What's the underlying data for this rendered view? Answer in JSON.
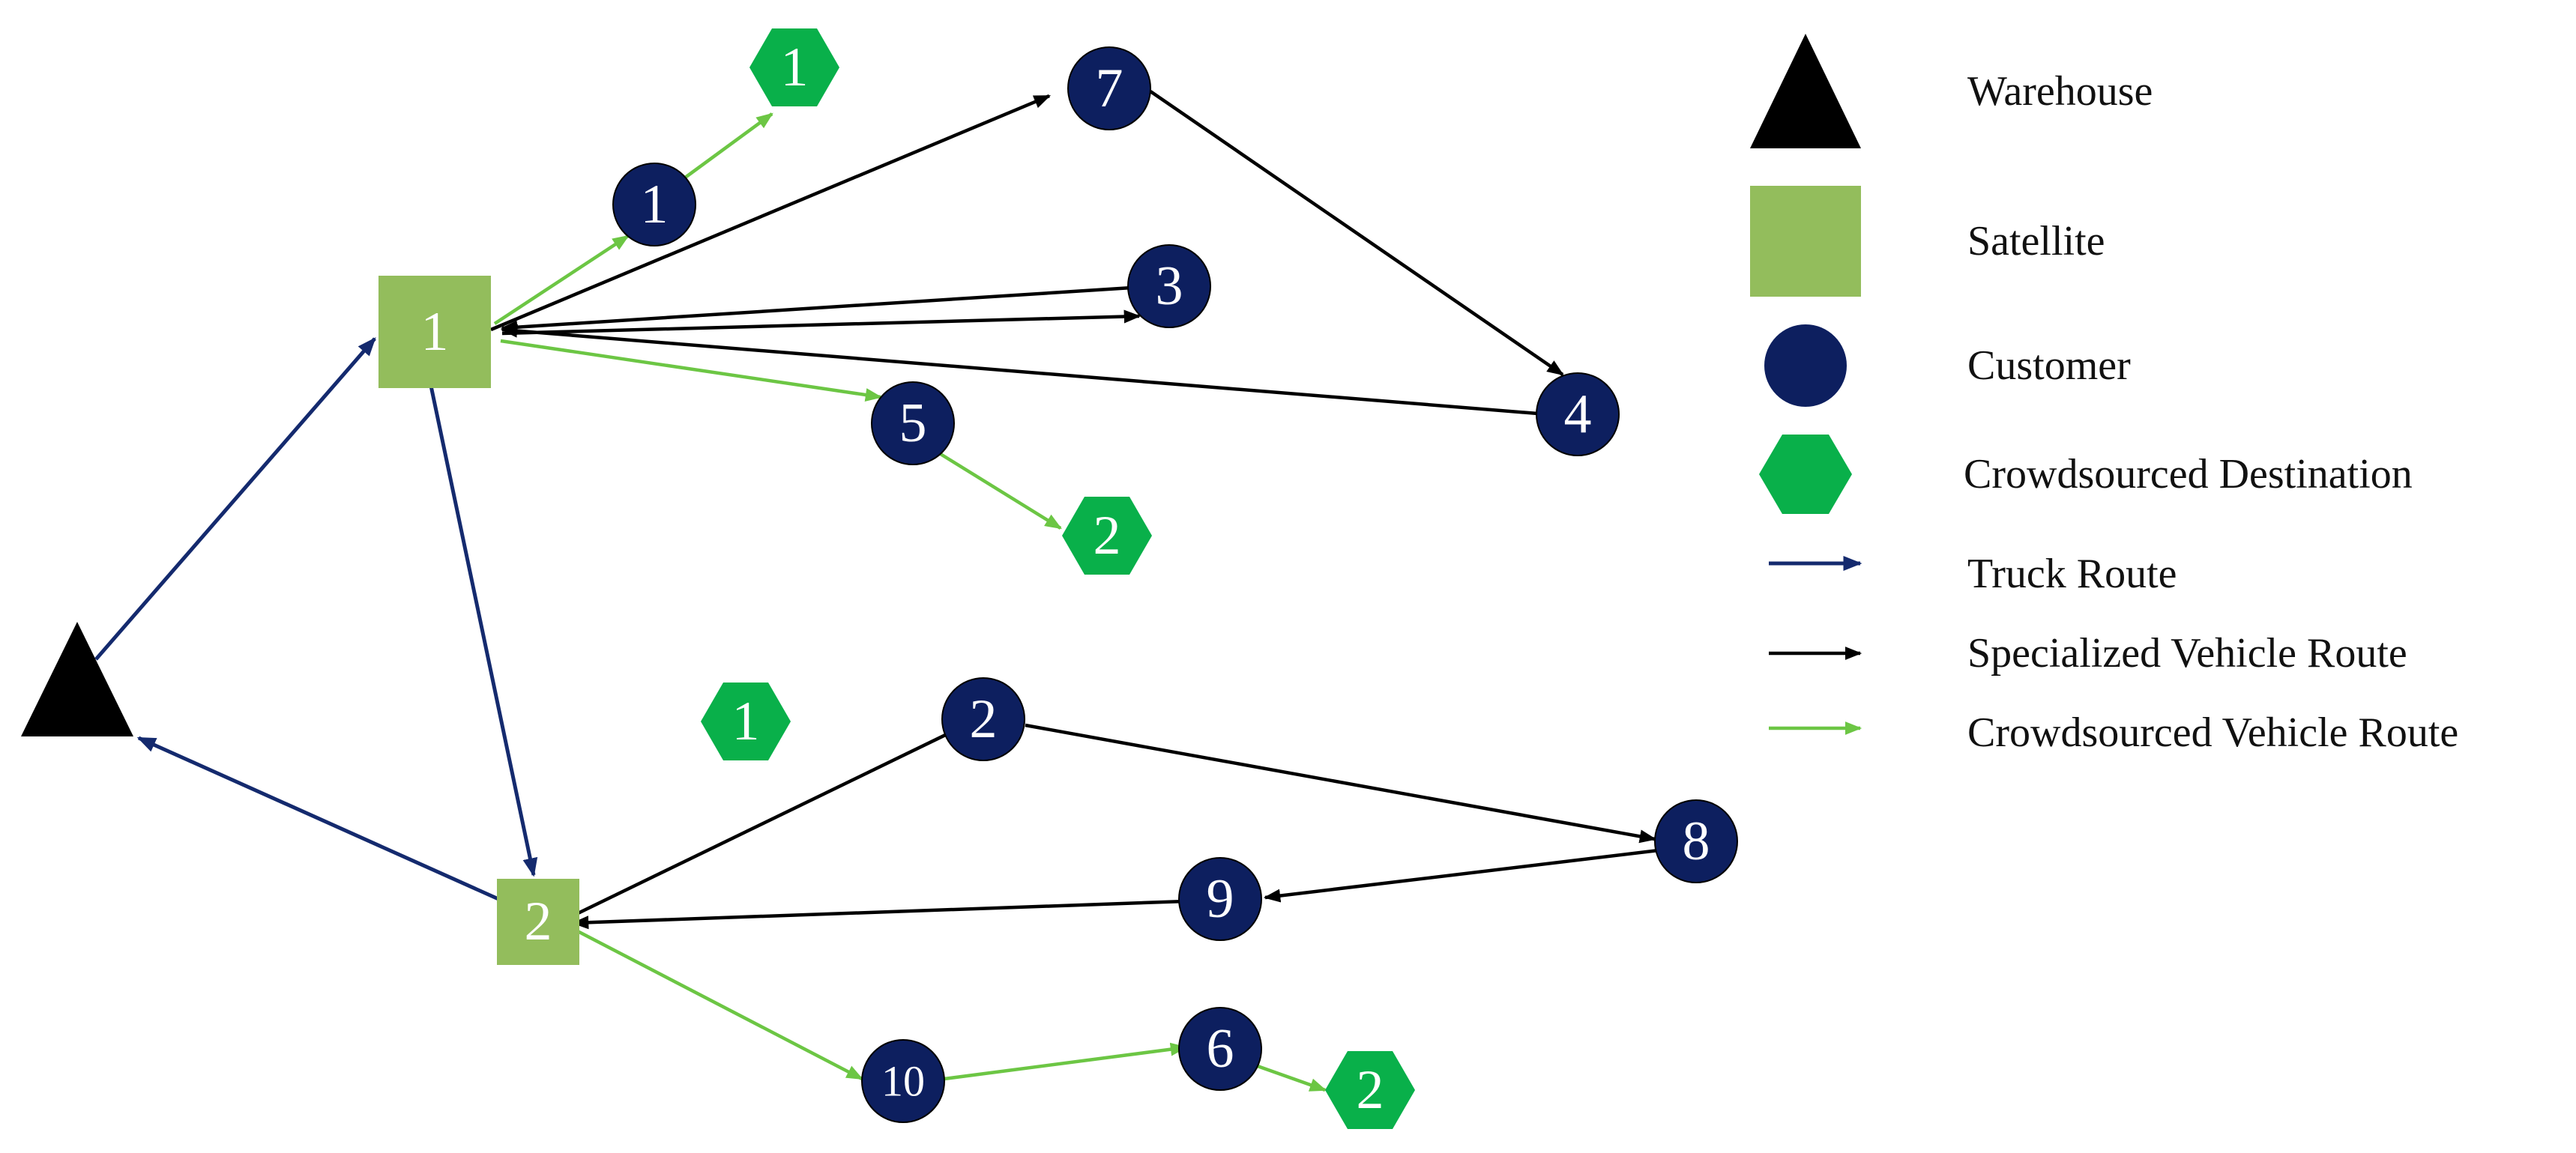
{
  "colors": {
    "warehouse": "#000000",
    "satellite": "#93bd5c",
    "customer": "#0d1f5f",
    "crowdsourced_destination": "#09b04a",
    "truck_route": "#142a6e",
    "specialized_route": "#000000",
    "crowdsourced_route": "#6cc644"
  },
  "nodes": {
    "satellite_1": "1",
    "satellite_2": "2",
    "customer_1": "1",
    "customer_2": "2",
    "customer_3": "3",
    "customer_4": "4",
    "customer_5": "5",
    "customer_6": "6",
    "customer_7": "7",
    "customer_8": "8",
    "customer_9": "9",
    "customer_10": "10",
    "crowd_dest_1_top": "1",
    "crowd_dest_2_upper": "2",
    "crowd_dest_1_mid": "1",
    "crowd_dest_2_lower": "2"
  },
  "legend": {
    "warehouse": "Warehouse",
    "satellite": "Satellite",
    "customer": "Customer",
    "crowdsourced_destination": "Crowdsourced Destination",
    "truck_route": "Truck Route",
    "specialized_route": "Specialized Vehicle Route",
    "crowdsourced_route": "Crowdsourced Vehicle Route"
  },
  "icons": {
    "warehouse": "triangle-icon",
    "satellite": "square-icon",
    "customer": "circle-icon",
    "crowdsourced_destination": "hexagon-icon"
  }
}
